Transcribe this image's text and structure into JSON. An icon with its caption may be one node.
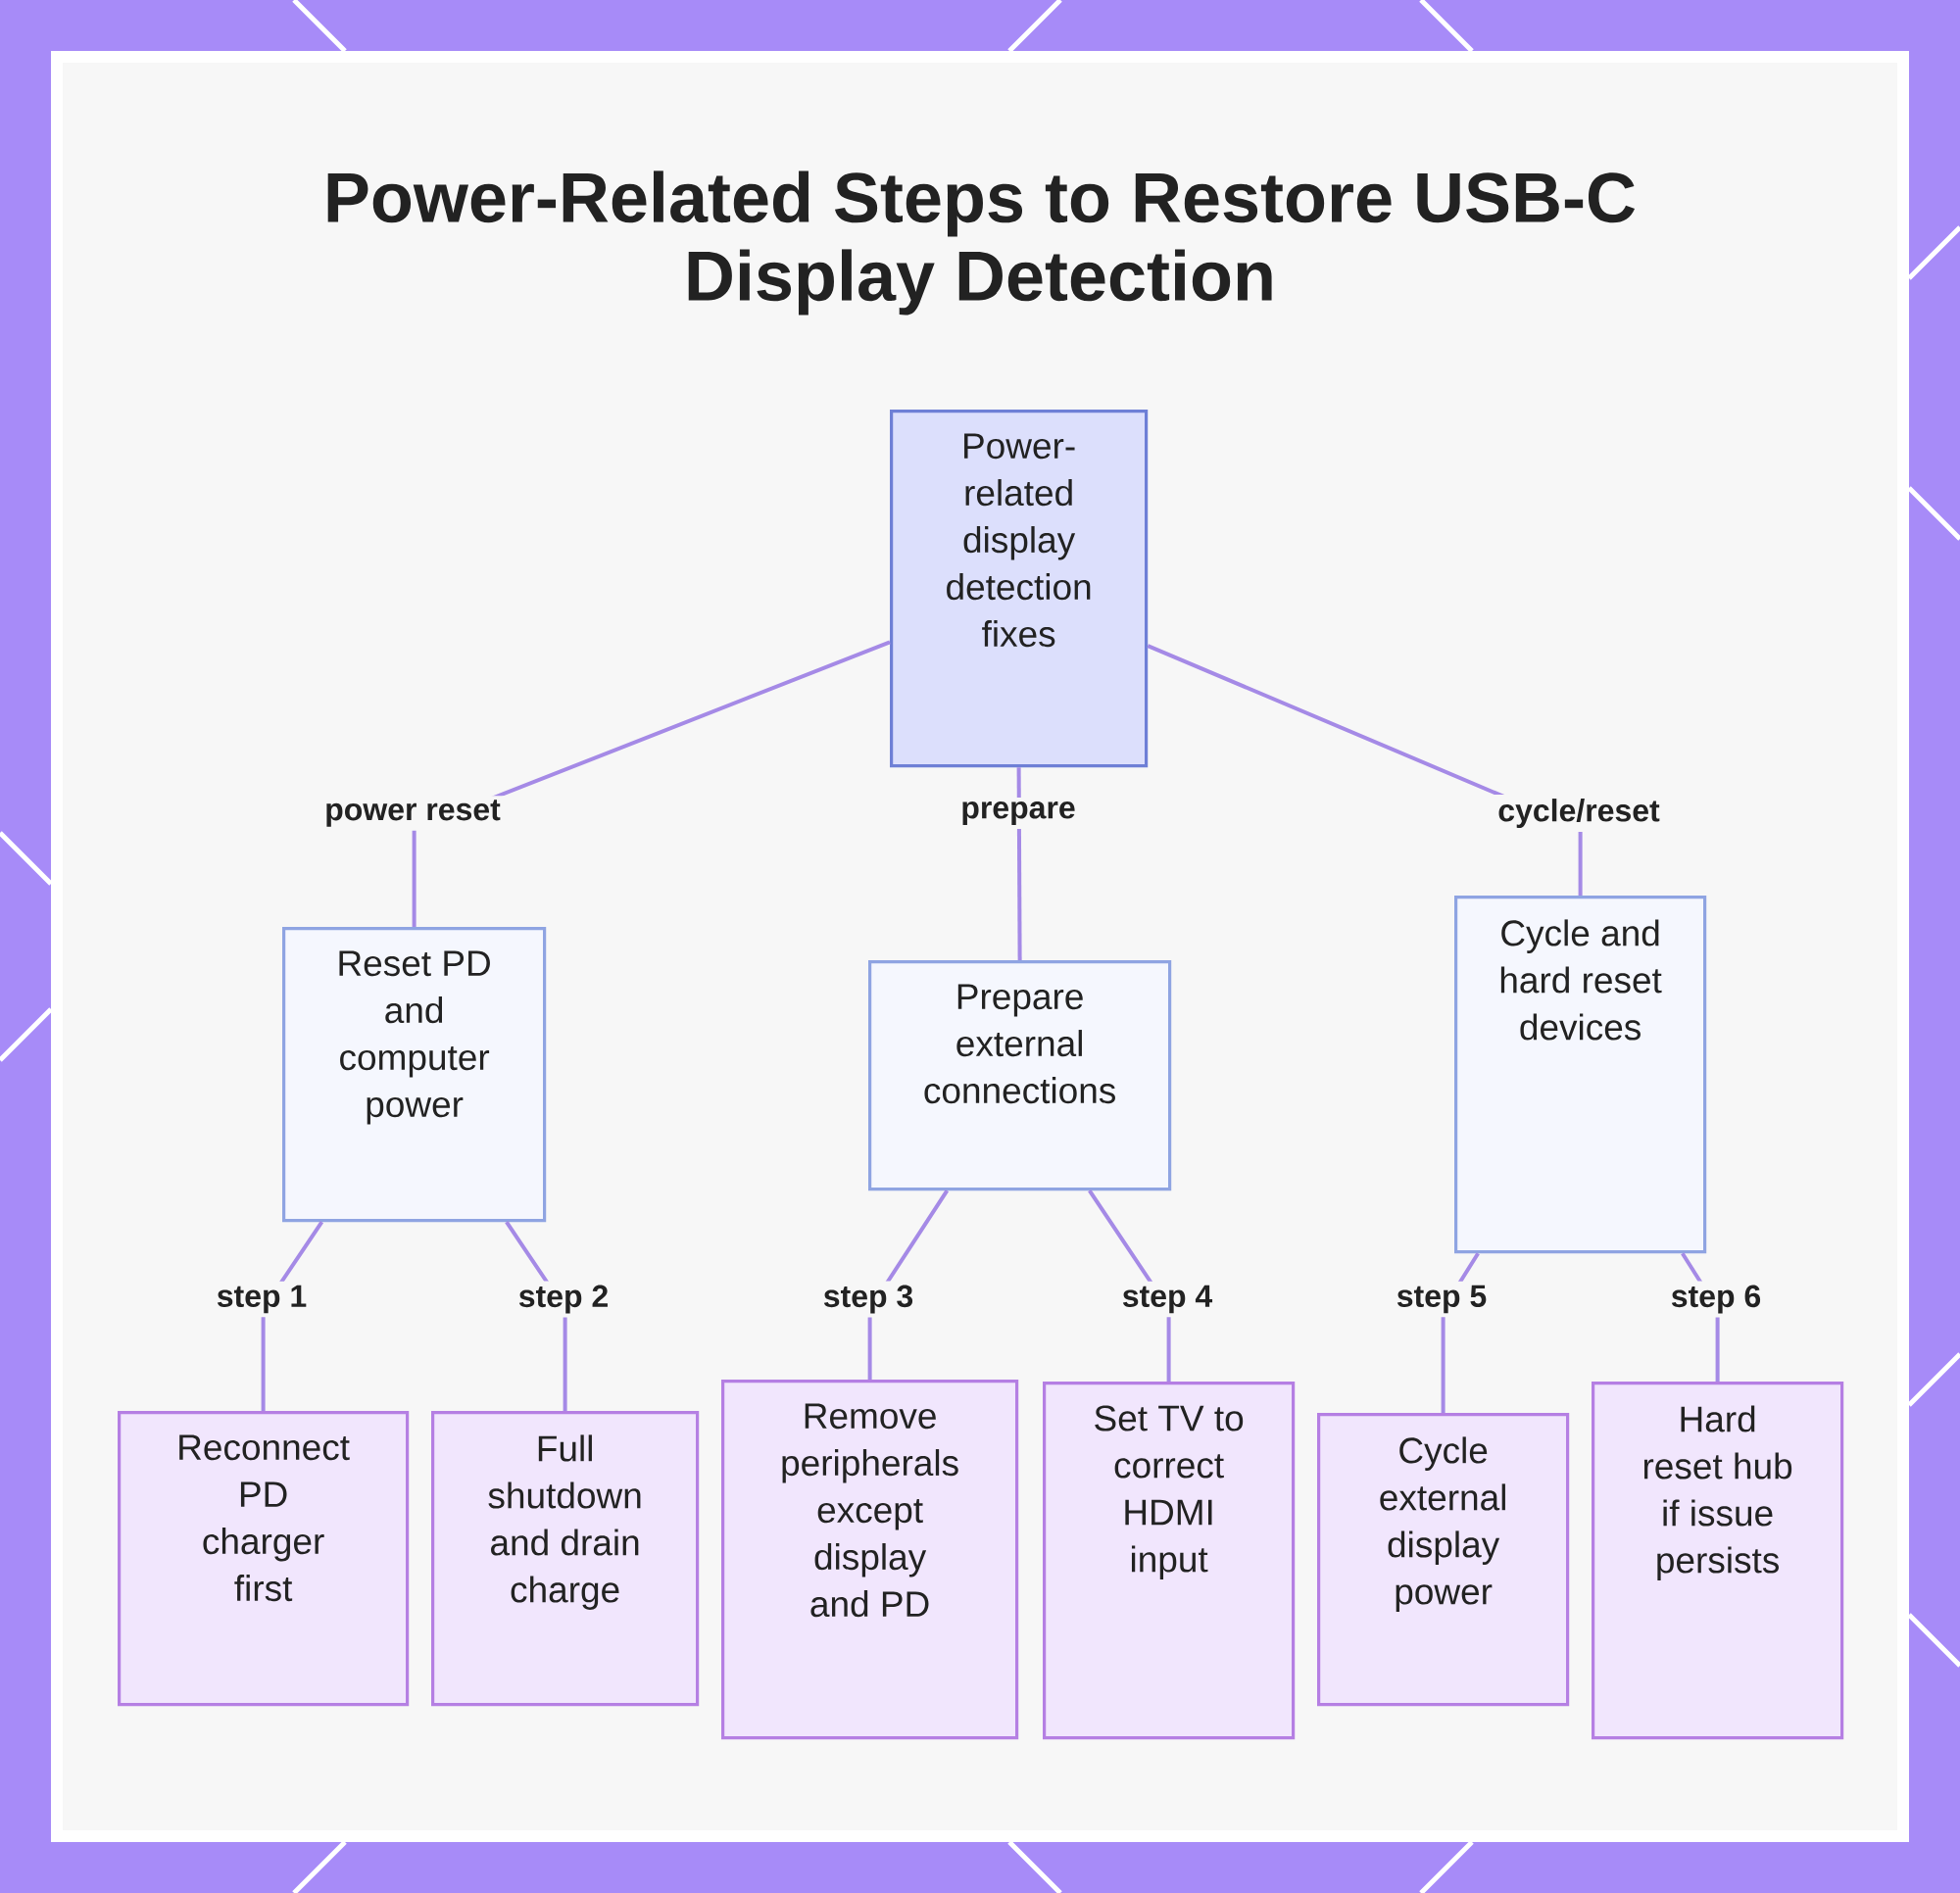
{
  "diagram": {
    "title": "Power-Related Steps to Restore USB-C Display Detection",
    "nodes": [
      {
        "text": [
          "Power-related display detection fixes"
        ]
      },
      {
        "text": [
          "Reset PD and computer power"
        ]
      },
      {
        "text": [
          "Prepare external connections"
        ]
      },
      {
        "text": [
          "Cycle and hard reset devices"
        ]
      },
      {
        "text": [
          "Reconnect PD charger first"
        ]
      },
      {
        "text": [
          "Full shutdown and drain charge"
        ]
      },
      {
        "text": [
          "Remove peripherals except display and PD"
        ]
      },
      {
        "text": [
          "Set TV to correct HDMI input"
        ]
      },
      {
        "text": [
          "Cycle external display power"
        ]
      },
      {
        "text": [
          "Hard reset hub if issue persists"
        ]
      }
    ],
    "edges": [
      {
        "from": 0,
        "to": 1,
        "arrow": "none",
        "label": "power reset"
      },
      {
        "from": 0,
        "to": 2,
        "arrow": "none",
        "label": "prepare"
      },
      {
        "from": 0,
        "to": 3,
        "arrow": "none",
        "label": "cycle/reset"
      },
      {
        "from": 1,
        "to": 4,
        "arrow": "none",
        "label": "step 1"
      },
      {
        "from": 1,
        "to": 5,
        "arrow": "none",
        "label": "step 2"
      },
      {
        "from": 2,
        "to": 6,
        "arrow": "none",
        "label": "step 3"
      },
      {
        "from": 2,
        "to": 7,
        "arrow": "none",
        "label": "step 4"
      },
      {
        "from": 3,
        "to": 8,
        "arrow": "none",
        "label": "step 5"
      },
      {
        "from": 3,
        "to": 9,
        "arrow": "none",
        "label": "step 6"
      }
    ]
  }
}
